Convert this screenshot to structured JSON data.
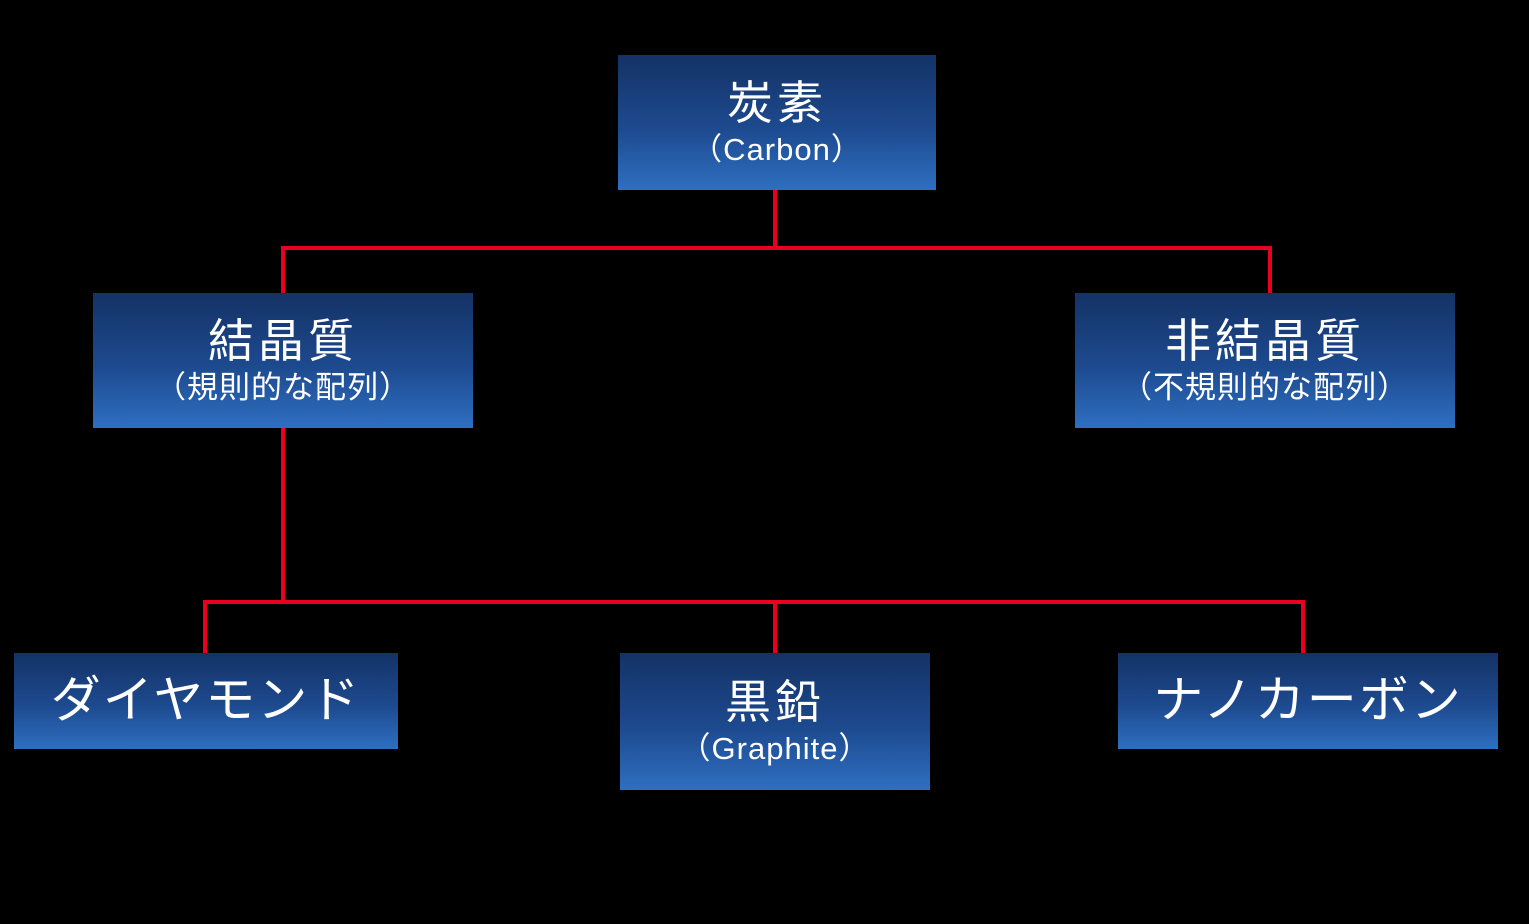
{
  "diagram": {
    "description": "Tree diagram of carbon forms",
    "colors": {
      "background": "#000000",
      "box_gradient_top": "#143266",
      "box_gradient_bottom": "#2e6fc1",
      "connector_line": "#e8001e",
      "text": "#ffffff"
    },
    "nodes": {
      "carbon": {
        "label": "炭素",
        "sub": "（Carbon）"
      },
      "crystalline": {
        "label": "結晶質",
        "sub": "（規則的な配列）"
      },
      "amorphous": {
        "label": "非結晶質",
        "sub": "（不規則的な配列）"
      },
      "diamond": {
        "label": "ダイヤモンド"
      },
      "graphite": {
        "label": "黒鉛",
        "sub": "（Graphite）"
      },
      "nanocarbon": {
        "label": "ナノカーボン"
      }
    },
    "edges": [
      {
        "from": "carbon",
        "to": "crystalline"
      },
      {
        "from": "carbon",
        "to": "amorphous"
      },
      {
        "from": "crystalline",
        "to": "diamond"
      },
      {
        "from": "crystalline",
        "to": "graphite"
      },
      {
        "from": "crystalline",
        "to": "nanocarbon"
      }
    ]
  }
}
